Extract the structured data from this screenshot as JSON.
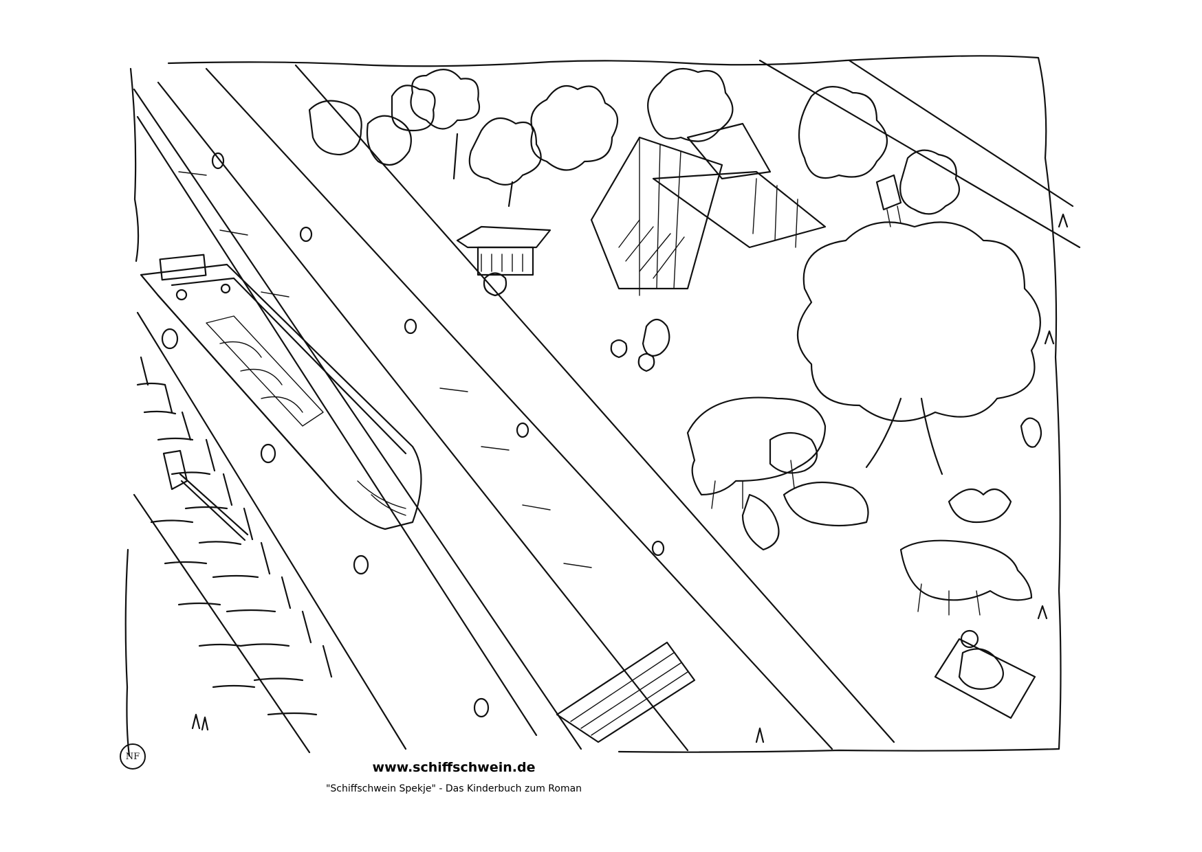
{
  "footer": {
    "website": "www.schiffschwein.de",
    "subtitle": "\"Schiffschwein Spekje\" - Das Kinderbuch zum Roman"
  },
  "signature": {
    "initials": "NF"
  }
}
